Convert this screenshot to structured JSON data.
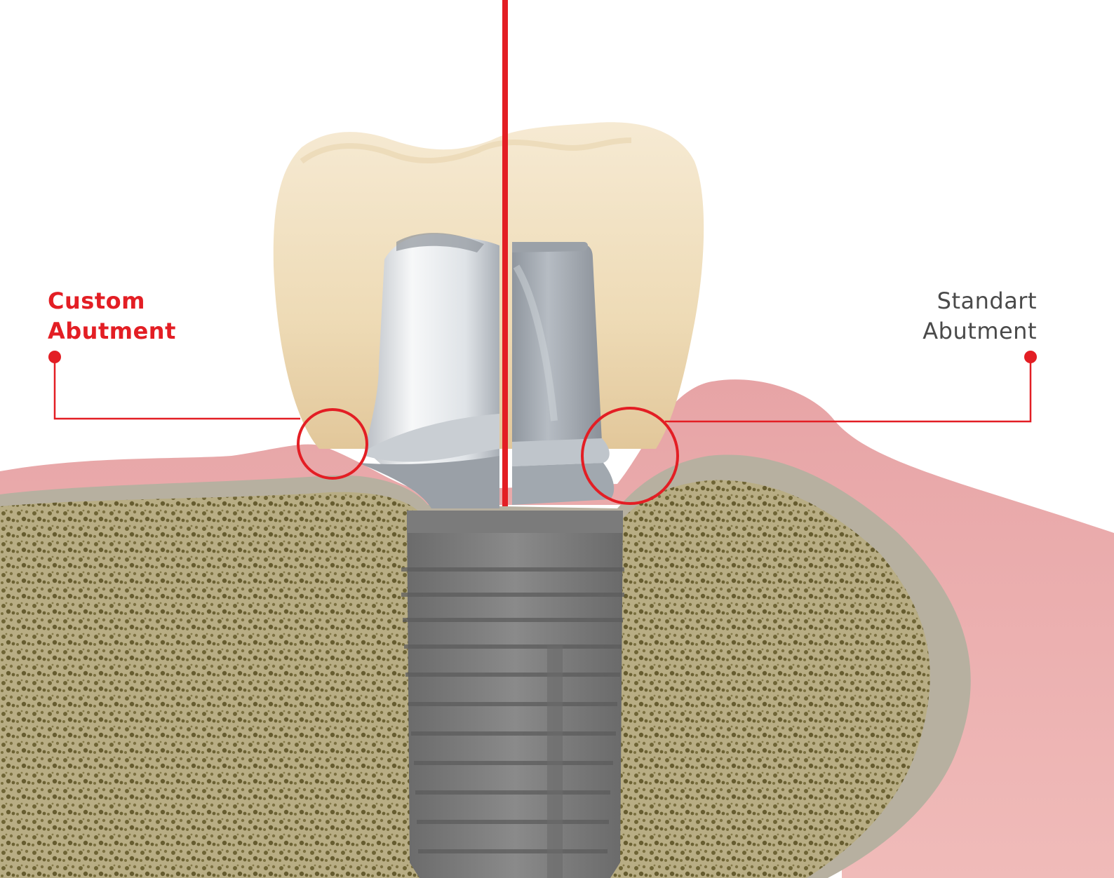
{
  "labels": {
    "custom": {
      "line1": "Custom",
      "line2": "Abutment"
    },
    "standard": {
      "line1": "Standart",
      "line2": "Abutment"
    }
  },
  "colors": {
    "accent": "#e31e24",
    "standard_text": "#4a4a4a",
    "gum": "#e8a9a9",
    "gum_dark": "#d98e90",
    "bone": "#b7ab82",
    "bone_cortex": "#b9b3a4",
    "crown": "#f1dfbd",
    "implant": "#7f7f7f",
    "standard_abutment": "#a4abb3",
    "custom_abutment": "#e6e9ec"
  },
  "icons": {
    "custom_marker": "callout-dot-icon",
    "standard_marker": "callout-dot-icon",
    "custom_highlight": "highlight-circle-icon",
    "standard_highlight": "highlight-circle-icon"
  }
}
